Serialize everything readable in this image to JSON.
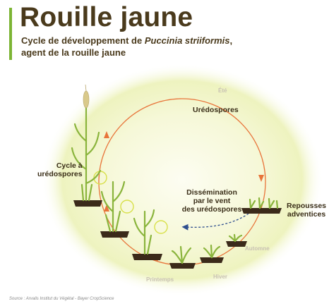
{
  "title": "Rouille jaune",
  "subtitle": {
    "prefix": "Cycle de développement de ",
    "species": "Puccinia striiformis",
    "suffix": ",",
    "line2": "agent de la rouille jaune"
  },
  "labels": {
    "uredospores": "Urédospores",
    "cycle_line1": "Cycle à",
    "cycle_line2": "urédospores",
    "dissemination_line1": "Dissémination",
    "dissemination_line2": "par le vent",
    "dissemination_line3": "des urédospores",
    "repousses_line1": "Repousses",
    "repousses_line2": "adventices"
  },
  "seasons": {
    "ete": "Été",
    "automne": "Automne",
    "hiver": "Hiver",
    "printemps": "Printemps"
  },
  "source": "Source : Arvalis Institut du Végétal - Bayer CropScience",
  "colors": {
    "title": "#4a3a1c",
    "accent_bar": "#7cb434",
    "cycle_arrow": "#e8743a",
    "dissemination_arrow": "#2f4f8f",
    "halo": "#f2f5c8",
    "soil": "#3b2a1a",
    "plant": "#8ab43c",
    "ear": "#d9c98a",
    "spore_loop": "#d8e04a"
  }
}
